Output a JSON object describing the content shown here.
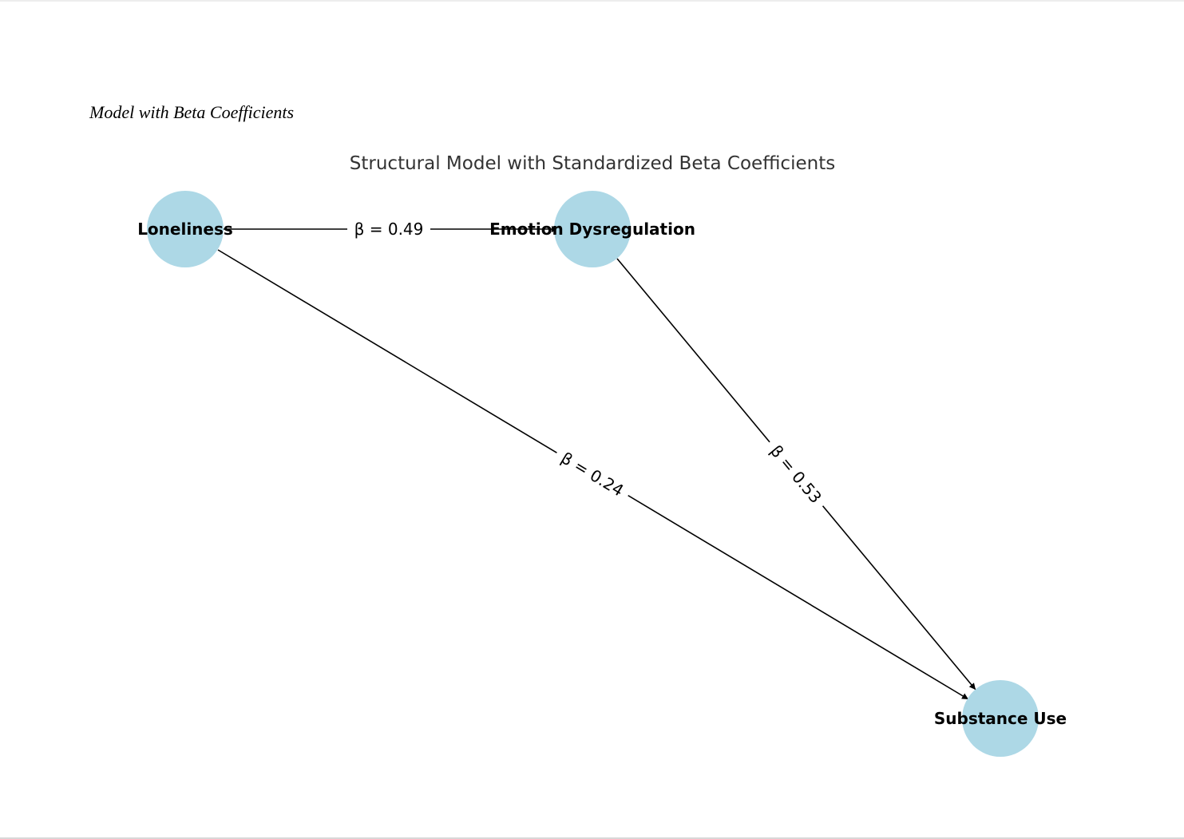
{
  "caption": "Model with Beta Coefficients",
  "diagram": {
    "title": "Structural Model with Standardized Beta Coefficients",
    "node_color": "#add8e6",
    "edge_color": "#000000",
    "nodes": [
      {
        "id": "loneliness",
        "label": "Loneliness"
      },
      {
        "id": "emotion-dysregulation",
        "label": "Emotion Dysregulation"
      },
      {
        "id": "substance-use",
        "label": "Substance Use"
      }
    ],
    "edges": [
      {
        "from": "loneliness",
        "to": "emotion-dysregulation",
        "label": "β = 0.49"
      },
      {
        "from": "loneliness",
        "to": "substance-use",
        "label": "β = 0.24"
      },
      {
        "from": "emotion-dysregulation",
        "to": "substance-use",
        "label": "β = 0.53"
      }
    ]
  }
}
